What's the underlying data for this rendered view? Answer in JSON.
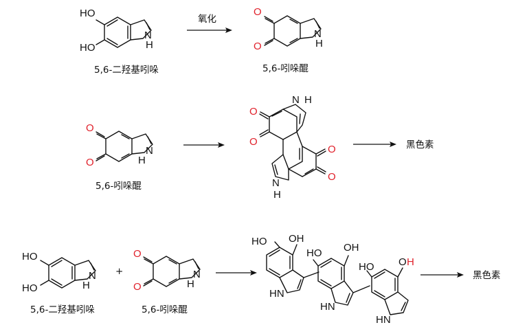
{
  "colors": {
    "oxygen": "#e0202a",
    "bond": "#111111",
    "background": "#ffffff"
  },
  "labels": {
    "dhi": "5,6-二羟基吲哚",
    "iq": "5,6-吲哚醌",
    "oxidation": "氧化",
    "melanin": "黑色素",
    "plus": "+",
    "oh": "OH",
    "ho": "HO",
    "o": "O",
    "n": "N",
    "h": "H",
    "nh": "NH",
    "hn": "HN"
  },
  "rows": [
    {
      "id": "row1",
      "reactant": "5,6-二羟基吲哚",
      "condition": "氧化",
      "product": "5,6-吲哚醌"
    },
    {
      "id": "row2",
      "reactant": "5,6-吲哚醌",
      "product": "黑色素"
    },
    {
      "id": "row3",
      "reactants": [
        "5,6-二羟基吲哚",
        "5,6-吲哚醌"
      ],
      "product": "黑色素"
    }
  ]
}
